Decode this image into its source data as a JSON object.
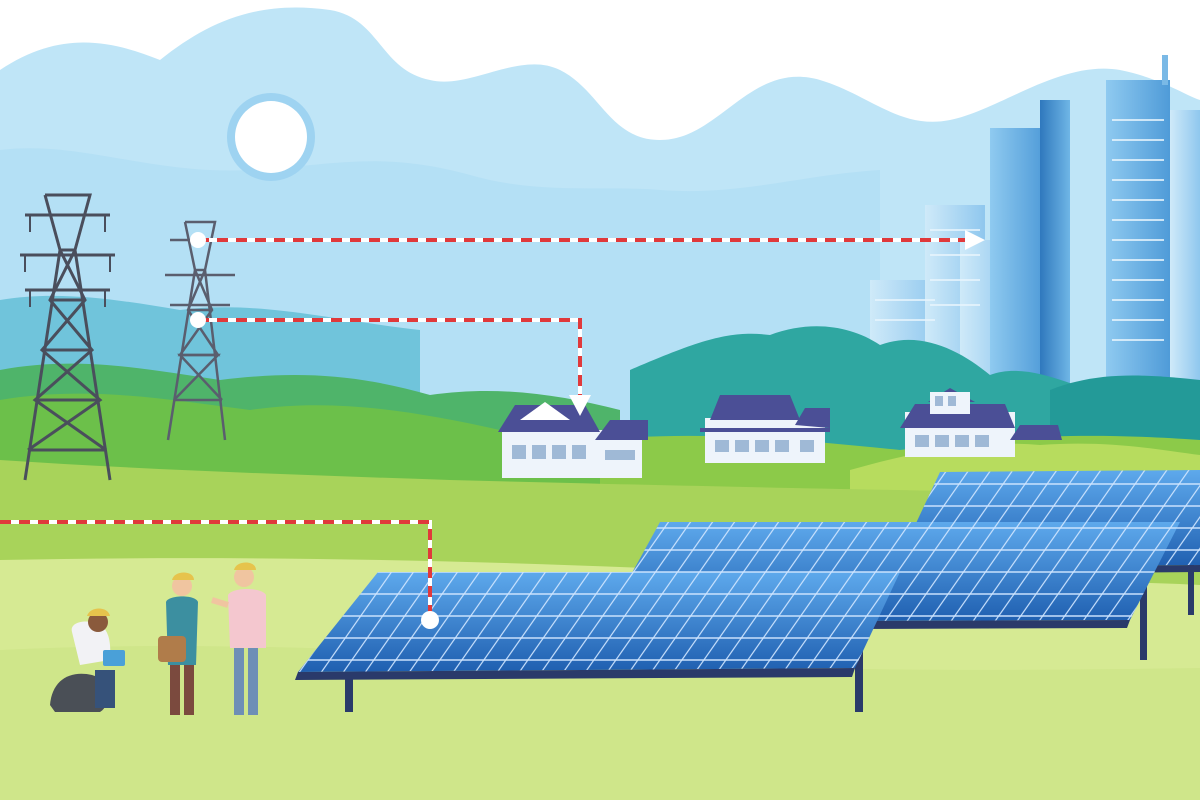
{
  "scene": {
    "name": "solar-farm-energy-distribution",
    "elements": [
      "sky",
      "sun",
      "clouds",
      "city-skyline",
      "hills",
      "transmission-tower-left",
      "transmission-tower-right",
      "houses",
      "solar-panel-arrays",
      "workers",
      "power-flow-lines"
    ]
  },
  "colors": {
    "sky": "#b9e3f6",
    "cloud": "#ffffff",
    "sun": "#ffffff",
    "building_light": "#a9d7f3",
    "building_mid": "#6fb6e6",
    "building_dark": "#2f78bd",
    "hill_teal": "#2fa7a1",
    "hill_green": "#6cc04a",
    "hill_lightgreen": "#b7dc5e",
    "ground": "#d9ec92",
    "tower": "#4a4e5c",
    "panel_blue": "#2a6fc2",
    "panel_frame": "#2a3a6a",
    "roof": "#4b4f96",
    "house_wall": "#eef4fb",
    "power_line_red": "#e0393b",
    "power_line_white": "#ffffff"
  },
  "icons": {
    "sun": "sun-icon",
    "tower": "transmission-tower-icon",
    "house": "house-icon",
    "panel": "solar-panel-icon",
    "arrow": "arrow-icon"
  }
}
